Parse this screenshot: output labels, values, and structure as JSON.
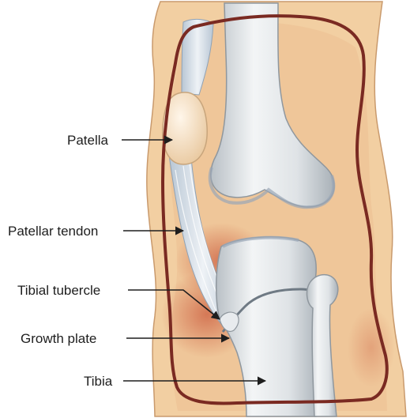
{
  "figure": {
    "labels": {
      "patella": "Patella",
      "patellar_tendon": "Patellar tendon",
      "tibial_tubercle": "Tibial tubercle",
      "growth_plate": "Growth plate",
      "tibia": "Tibia"
    },
    "colors": {
      "skin": "#f2cfa2",
      "skin_shadow": "#e9b887",
      "outline": "#7a2a22",
      "bone": "#e4e7ea",
      "bone_shade": "#c6cbd0",
      "bone_edge": "#8f979e",
      "inflammation": "#d98363",
      "tendon": "#d3dde8",
      "patella": "#f5e2c8"
    }
  }
}
